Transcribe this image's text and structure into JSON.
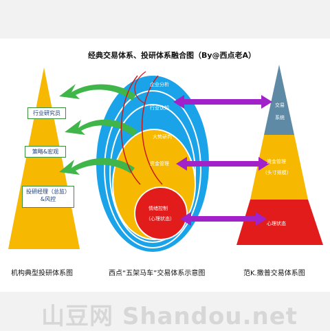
{
  "title": "经典交易体系、投研体系融合图（By@西点老A）",
  "left_pyramid": {
    "caption": "机构典型投研体系图",
    "boxes": [
      "行业研究员",
      "策略&宏观",
      "投研经理（总监）",
      "&风控"
    ]
  },
  "center_ellipses": {
    "caption": "西点“五架马车”交易体系示意图",
    "layers": [
      "企业分析",
      "行业认知",
      "大势研判",
      "资金管理",
      "情绪控制",
      "（心理状态）"
    ]
  },
  "right_pyramid": {
    "caption": "范K.撒普交易体系图",
    "tiers": [
      "交易",
      "系统",
      "资金管理",
      "(头寸规模)",
      "心理状态"
    ]
  },
  "watermark": "山豆网 Shandou.net",
  "colors": {
    "blue": "#1aa3e8",
    "yellow": "#f6b800",
    "red": "#e21b1b",
    "slate": "#5e8aa6",
    "green_arrow": "#3fb54a",
    "purple_arrow": "#a022c8"
  }
}
